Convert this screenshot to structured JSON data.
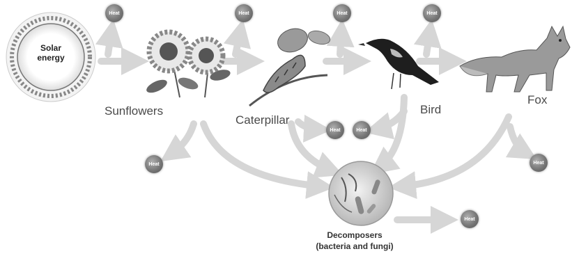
{
  "sun": {
    "label_line1": "Solar",
    "label_line2": "energy"
  },
  "organisms": {
    "sunflowers": "Sunflowers",
    "caterpillar": "Caterpillar",
    "bird": "Bird",
    "fox": "Fox"
  },
  "decomposers": {
    "line1": "Decomposers",
    "line2": "(bacteria and fungi)"
  },
  "heat_label": "Heat",
  "colors": {
    "arrow": "#d6d6d6",
    "heat_ball": "#7a7a7a",
    "label_text": "#4a4a4a"
  }
}
